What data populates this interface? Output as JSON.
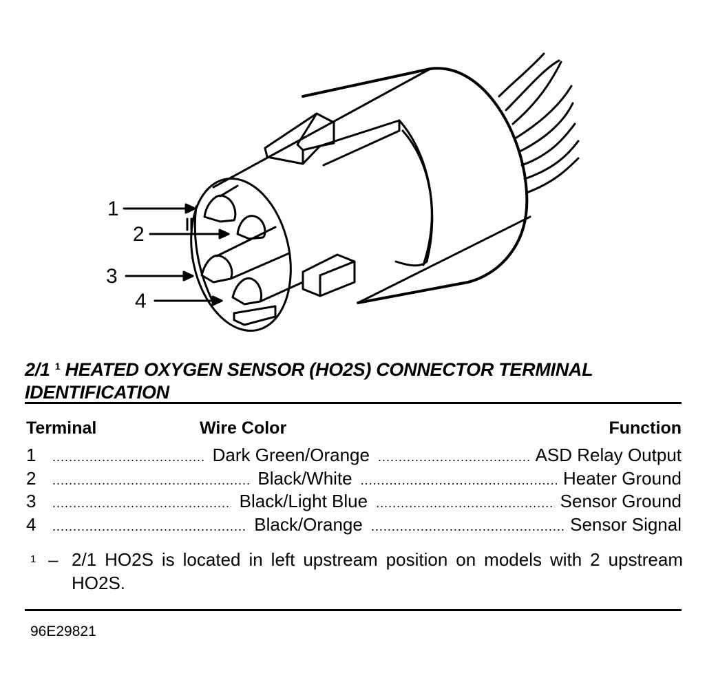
{
  "diagram": {
    "subject": "HO2S connector illustration",
    "callouts": [
      {
        "label": "1"
      },
      {
        "label": "2"
      },
      {
        "label": "3"
      },
      {
        "label": "4"
      }
    ],
    "marks": "II"
  },
  "title": {
    "prefix": "2/1",
    "superscript": "1",
    "text": "HEATED OXYGEN SENSOR (HO2S) CONNECTOR TERMINAL IDENTIFICATION"
  },
  "table": {
    "headers": {
      "terminal": "Terminal",
      "wire_color": "Wire Color",
      "function": "Function"
    },
    "rows": [
      {
        "terminal": "1",
        "wire_color": "Dark Green/Orange",
        "function": "ASD Relay Output"
      },
      {
        "terminal": "2",
        "wire_color": "Black/White",
        "function": "Heater Ground"
      },
      {
        "terminal": "3",
        "wire_color": "Black/Light Blue",
        "function": "Sensor Ground"
      },
      {
        "terminal": "4",
        "wire_color": "Black/Orange",
        "function": "Sensor Signal"
      }
    ]
  },
  "footnote": {
    "mark": "1",
    "dash": "–",
    "text": "2/1 HO2S is located in left upstream position on models with 2 upstream HO2S."
  },
  "figure_code": "96E29821"
}
